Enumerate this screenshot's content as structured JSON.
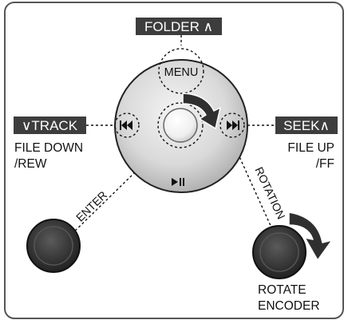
{
  "diagram": {
    "tags": {
      "folder": "FOLDER ∧",
      "track": "∨TRACK",
      "seek": "SEEK∧"
    },
    "labels": {
      "menu": "MENU",
      "file_down_1": "FILE DOWN",
      "file_down_2": "/REW",
      "file_up_1": "FILE UP",
      "file_up_2": "/FF",
      "enter": "ENTER",
      "rotation": "ROTATION",
      "rotate_1": "ROTATE",
      "rotate_2": "ENCODER"
    },
    "icons": {
      "prev": "⏮",
      "next": "⏭",
      "play_pause": "▶II"
    },
    "colors": {
      "tag_bg": "#3d3d3d",
      "frame": "#555555",
      "knob": "#2b2b2b",
      "arrow": "#2f2f2f"
    }
  }
}
